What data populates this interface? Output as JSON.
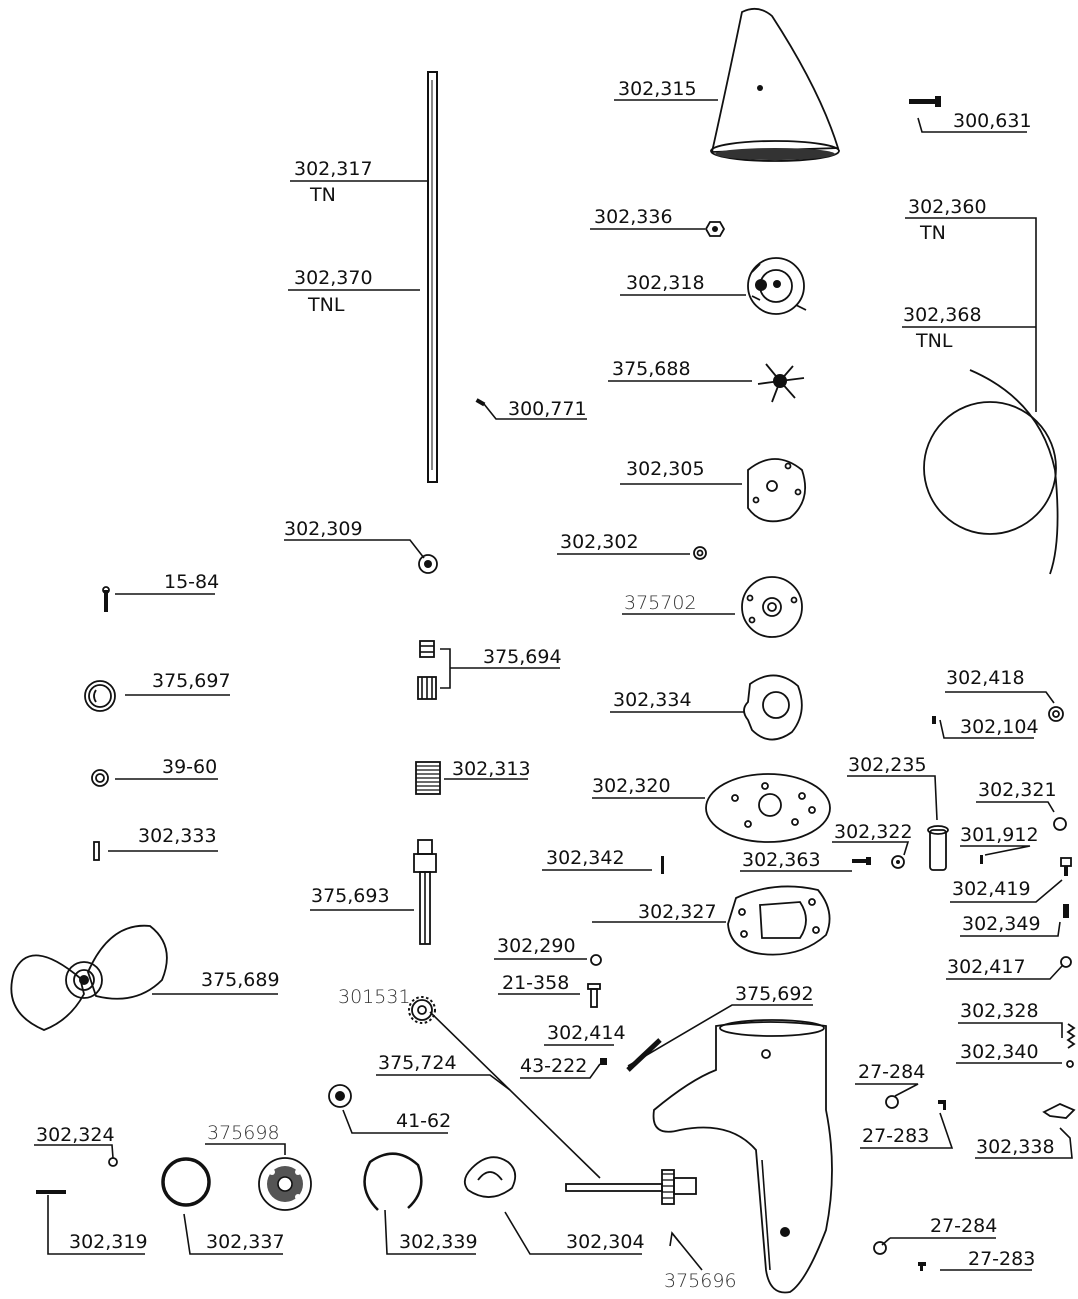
{
  "parts": [
    {
      "id": "p1",
      "number": "302,315"
    },
    {
      "id": "p2",
      "number": "300,631"
    },
    {
      "id": "p3",
      "number": "302,317",
      "sub": "TN"
    },
    {
      "id": "p4",
      "number": "302,370",
      "sub": "TNL"
    },
    {
      "id": "p5",
      "number": "302,336"
    },
    {
      "id": "p6",
      "number": "302,360",
      "sub": "TN"
    },
    {
      "id": "p7",
      "number": "302,318"
    },
    {
      "id": "p8",
      "number": "302,368",
      "sub": "TNL"
    },
    {
      "id": "p9",
      "number": "375,688"
    },
    {
      "id": "p10",
      "number": "300,771"
    },
    {
      "id": "p11",
      "number": "302,305"
    },
    {
      "id": "p12",
      "number": "302,309"
    },
    {
      "id": "p13",
      "number": "302,302"
    },
    {
      "id": "p14",
      "number": "15-84"
    },
    {
      "id": "p15",
      "number": "375702"
    },
    {
      "id": "p16",
      "number": "375,694"
    },
    {
      "id": "p17",
      "number": "375,697"
    },
    {
      "id": "p18",
      "number": "302,334"
    },
    {
      "id": "p19",
      "number": "302,418"
    },
    {
      "id": "p20",
      "number": "302,104"
    },
    {
      "id": "p21",
      "number": "39-60"
    },
    {
      "id": "p22",
      "number": "302,313"
    },
    {
      "id": "p23",
      "number": "302,235"
    },
    {
      "id": "p24",
      "number": "302,320"
    },
    {
      "id": "p25",
      "number": "302,321"
    },
    {
      "id": "p26",
      "number": "302,333"
    },
    {
      "id": "p27",
      "number": "302,322"
    },
    {
      "id": "p28",
      "number": "301,912"
    },
    {
      "id": "p29",
      "number": "302,342"
    },
    {
      "id": "p30",
      "number": "302,363"
    },
    {
      "id": "p31",
      "number": "302,419"
    },
    {
      "id": "p32",
      "number": "375,693"
    },
    {
      "id": "p33",
      "number": "302,327"
    },
    {
      "id": "p34",
      "number": "302,349"
    },
    {
      "id": "p35",
      "number": "302,290"
    },
    {
      "id": "p36",
      "number": "302,417"
    },
    {
      "id": "p37",
      "number": "375,689"
    },
    {
      "id": "p38",
      "number": "21-358"
    },
    {
      "id": "p39",
      "number": "301531"
    },
    {
      "id": "p40",
      "number": "375,692"
    },
    {
      "id": "p41",
      "number": "302,328"
    },
    {
      "id": "p42",
      "number": "302,414"
    },
    {
      "id": "p43",
      "number": "302,340"
    },
    {
      "id": "p44",
      "number": "375,724"
    },
    {
      "id": "p45",
      "number": "43-222"
    },
    {
      "id": "p46",
      "number": "27-284"
    },
    {
      "id": "p47",
      "number": "41-62"
    },
    {
      "id": "p48",
      "number": "27-283"
    },
    {
      "id": "p49",
      "number": "302,324"
    },
    {
      "id": "p50",
      "number": "375698"
    },
    {
      "id": "p51",
      "number": "302,338"
    },
    {
      "id": "p52",
      "number": "302,319"
    },
    {
      "id": "p53",
      "number": "302,337"
    },
    {
      "id": "p54",
      "number": "302,339"
    },
    {
      "id": "p55",
      "number": "302,304"
    },
    {
      "id": "p56",
      "number": "27-284"
    },
    {
      "id": "p57",
      "number": "27-283"
    },
    {
      "id": "p58",
      "number": "375696"
    }
  ]
}
